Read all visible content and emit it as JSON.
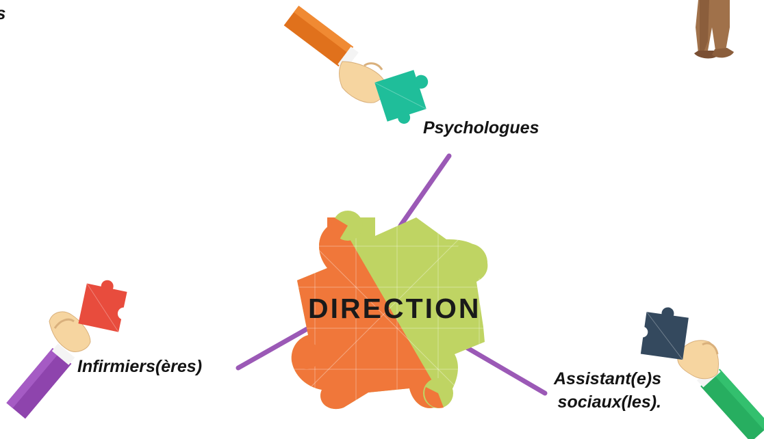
{
  "corner_text": "s",
  "center": {
    "title": "DIRECTION"
  },
  "nodes": {
    "psychologues": "Psychologues",
    "infirmiers": "Infirmiers(ères)",
    "assistants_line1": "Assistant(e)s",
    "assistants_line2": "sociaux(les)."
  },
  "colors": {
    "connector": "#9b59b6",
    "puzzle_orange": "#f0773a",
    "puzzle_green": "#bfd463",
    "piece_teal": "#1fbe9a",
    "piece_red": "#e84c3d",
    "piece_navy": "#34495e",
    "sleeve_orange": "#e0711c",
    "sleeve_purple": "#8e44ad",
    "sleeve_green": "#27ae60",
    "skin": "#f6d5a0"
  },
  "icons": [
    "puzzle-piece-icon",
    "hand-icon",
    "person-legs-icon"
  ]
}
